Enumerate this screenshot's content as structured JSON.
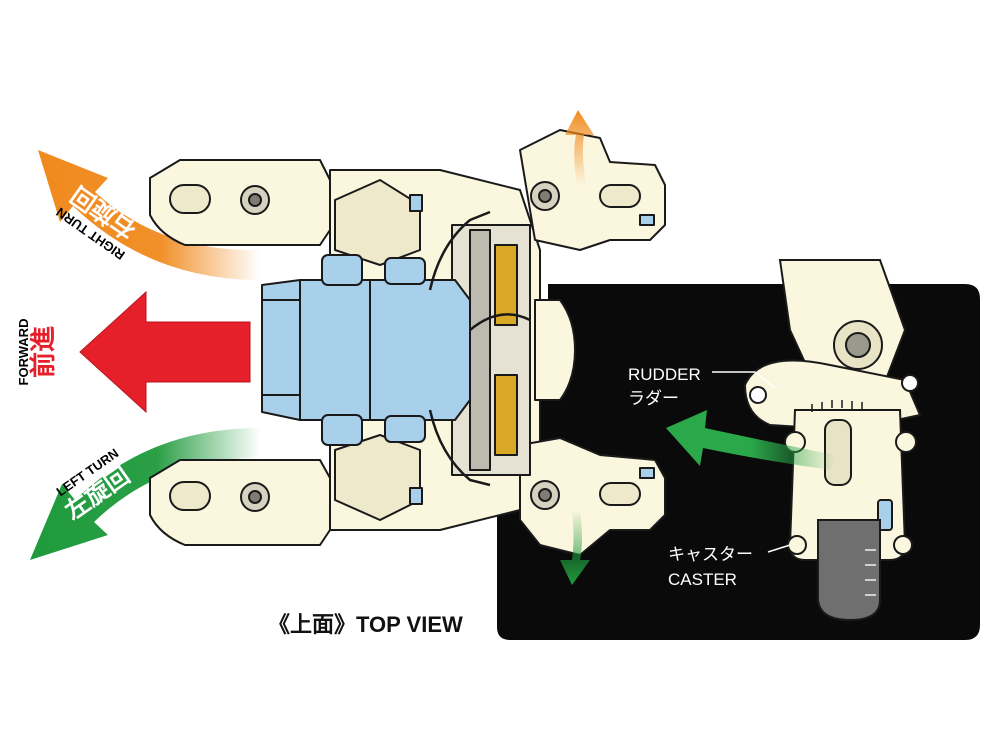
{
  "labels": {
    "forward_en": "FORWARD",
    "forward_jp": "前進",
    "right_turn_en": "RIGHT TURN",
    "right_turn_jp": "右旋回",
    "left_turn_en": "LEFT TURN",
    "left_turn_jp": "左旋回",
    "view_title": "《上面》TOP VIEW",
    "rudder_en": "RUDDER",
    "rudder_jp": "ラダー",
    "caster_jp": "キャスター",
    "caster_en": "CASTER"
  },
  "colors": {
    "forward_arrow": "#e5202a",
    "right_turn_arrow": "#f08a1e",
    "left_turn_arrow": "#1f9a3c",
    "inset_arrow": "#2aa84a",
    "robot_body": "#fbf6de",
    "motor_box": "#a8d0ea",
    "inset_bg": "#0a0a0a",
    "outline": "#1a1a1a"
  }
}
